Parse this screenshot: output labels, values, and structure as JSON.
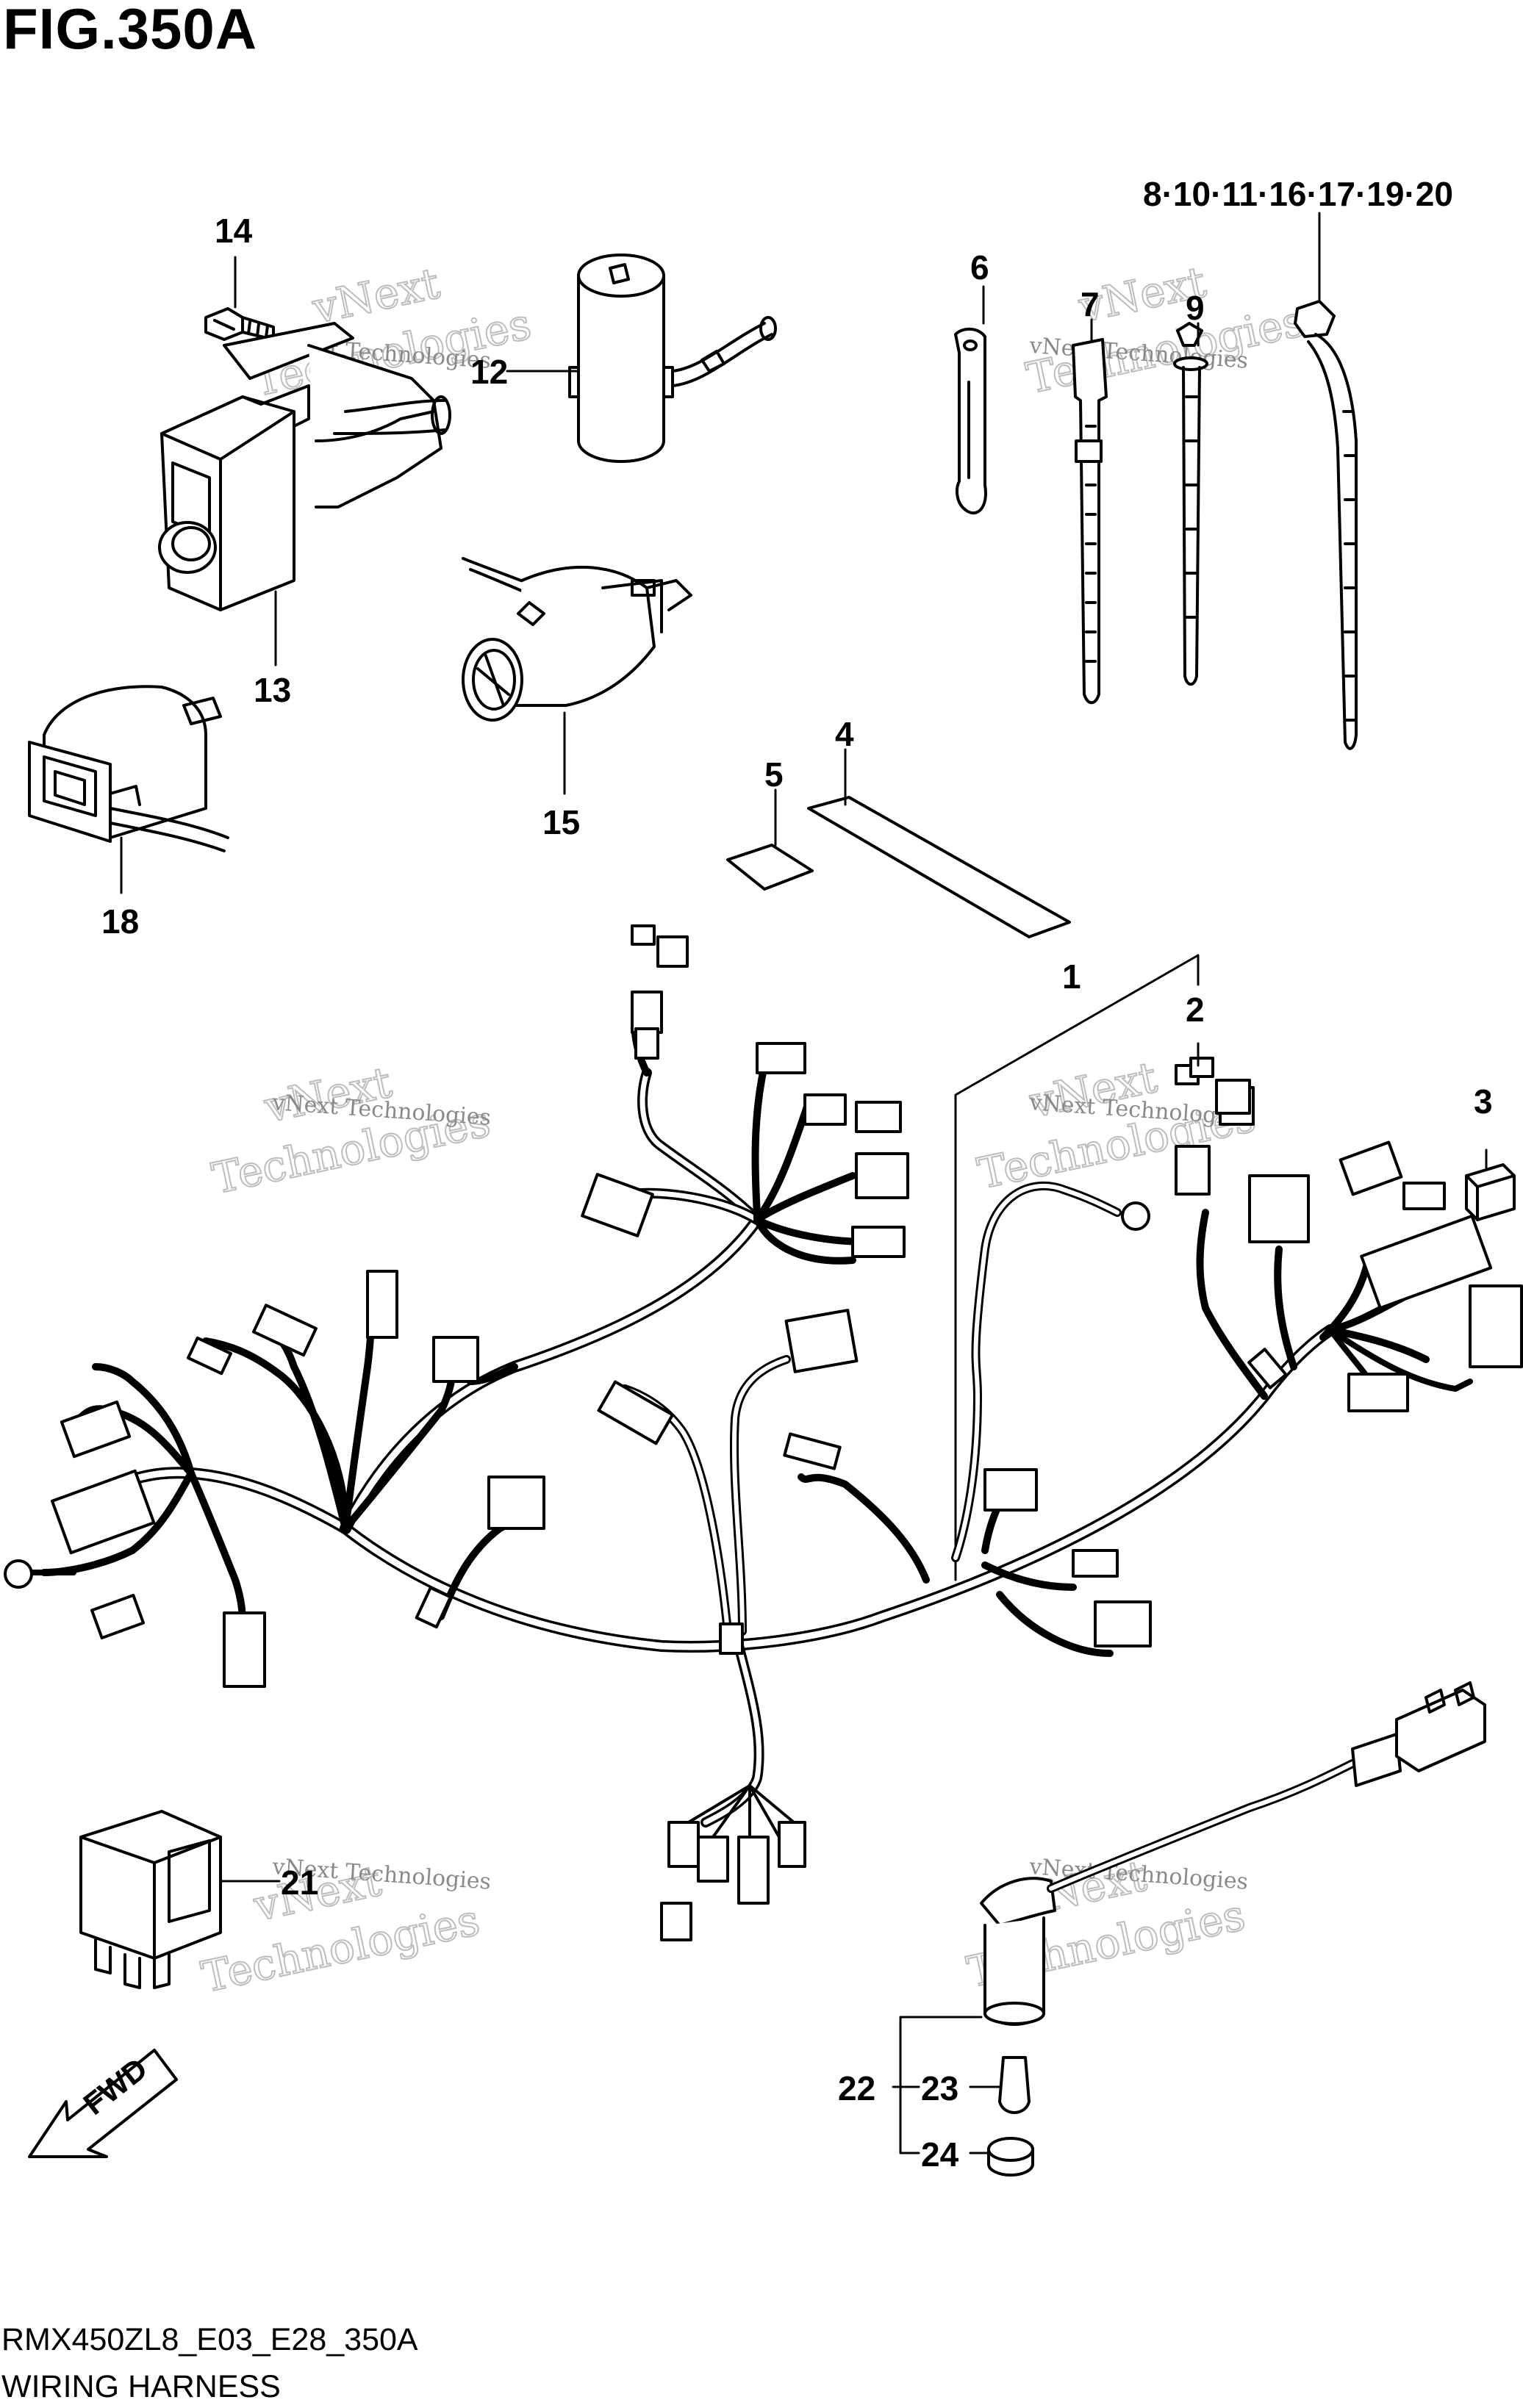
{
  "figure": {
    "title": "FIG.350A",
    "code": "RMX450ZL8_E03_E28_350A",
    "caption": "WIRING HARNESS"
  },
  "callouts": {
    "c1": "1",
    "c2": "2",
    "c3": "3",
    "c4": "4",
    "c5": "5",
    "c6": "6",
    "c7": "7",
    "c9": "9",
    "c12": "12",
    "c13": "13",
    "c14": "14",
    "c15": "15",
    "c18": "18",
    "c21": "21",
    "c22": "22",
    "c23": "23",
    "c24": "24",
    "group_ties": "8·10·11·16·17·19·20"
  },
  "direction_arrow": "FWD",
  "watermark": {
    "line1": "vNext",
    "line2": "Technologies",
    "caption": "vNext Technologies"
  }
}
